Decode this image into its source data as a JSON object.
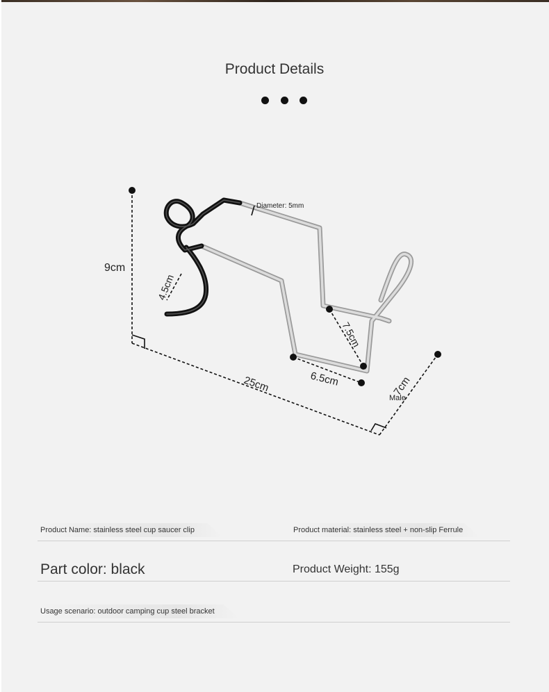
{
  "header": {
    "title": "Product Details"
  },
  "diagram": {
    "labels": {
      "height": "9cm",
      "hook_depth": "4.5cm",
      "diameter": "Diameter: 5mm",
      "length": "25cm",
      "base_width": "6.5cm",
      "holder_depth": "7.5cm",
      "width": "7cm",
      "male": "Male"
    },
    "colors": {
      "ferrule": "#111111",
      "steel": "#9a9a9a"
    }
  },
  "specs": {
    "product_name": "Product Name: stainless steel cup saucer clip",
    "product_material": "Product material: stainless steel + non-slip Ferrule",
    "part_color": "Part color: black",
    "product_weight": "Product Weight: 155g",
    "usage_scenario": "Usage scenario: outdoor camping cup steel bracket"
  }
}
